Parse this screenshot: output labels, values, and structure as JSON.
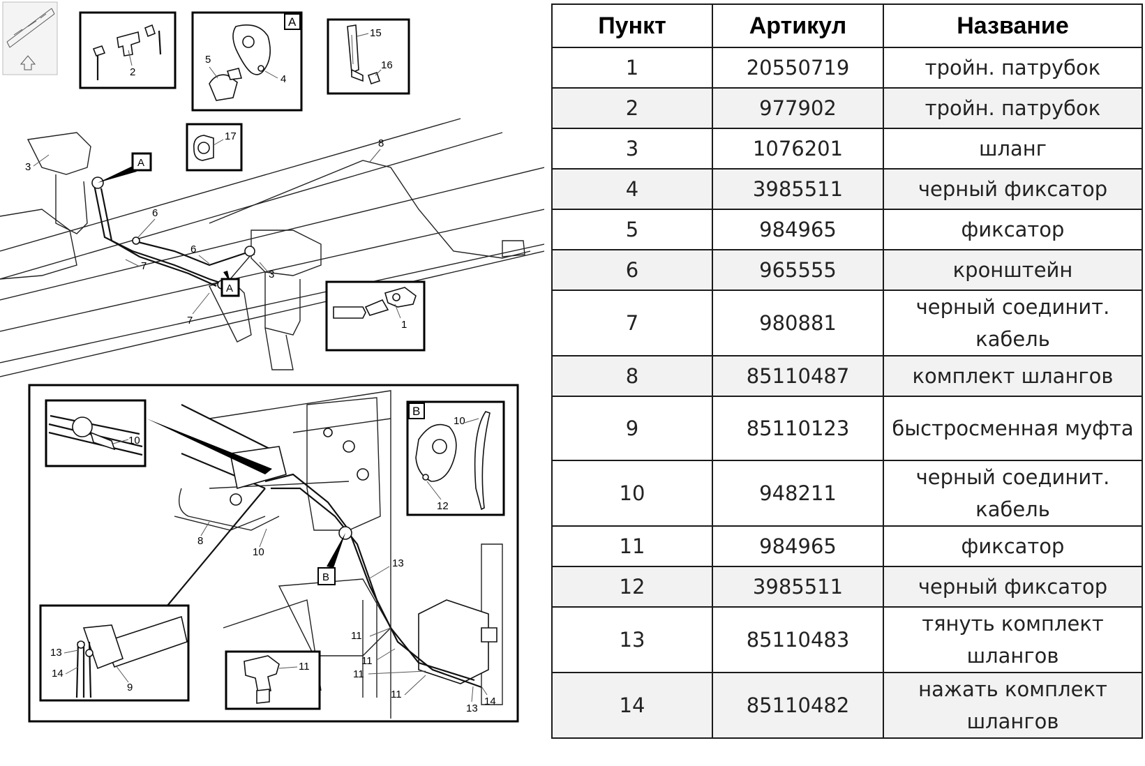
{
  "diagram": {
    "top_box_a_letter": "A",
    "inset_b_letter": "B",
    "pointer_a_1": "A",
    "pointer_a_2": "A",
    "pointer_b": "B",
    "callouts": {
      "n1": "1",
      "n2": "2",
      "n3a": "3",
      "n3b": "3",
      "n4": "4",
      "n5": "5",
      "n6a": "6",
      "n6b": "6",
      "n7a": "7",
      "n7b": "7",
      "n8a": "8",
      "n8b": "8",
      "n9": "9",
      "n10a": "10",
      "n10b": "10",
      "n10c": "10",
      "n11a": "11",
      "n11b": "11",
      "n11c": "11",
      "n11d": "11",
      "n12": "12",
      "n13a": "13",
      "n13b": "13",
      "n13c": "13",
      "n14a": "14",
      "n14b": "14",
      "n15": "15",
      "n16": "16",
      "n17": "17"
    }
  },
  "table": {
    "headers": [
      "Пункт",
      "Артикул",
      "Название"
    ],
    "rows": [
      {
        "item": "1",
        "article": "20550719",
        "name": "тройн. патрубок"
      },
      {
        "item": "2",
        "article": "977902",
        "name": "тройн. патрубок"
      },
      {
        "item": "3",
        "article": "1076201",
        "name": "шланг"
      },
      {
        "item": "4",
        "article": "3985511",
        "name": "черный фиксатор"
      },
      {
        "item": "5",
        "article": "984965",
        "name": "фиксатор"
      },
      {
        "item": "6",
        "article": "965555",
        "name": "кронштейн"
      },
      {
        "item": "7",
        "article": "980881",
        "name": "черный соединит. кабель"
      },
      {
        "item": "8",
        "article": "85110487",
        "name": "комплект шлангов"
      },
      {
        "item": "9",
        "article": "85110123",
        "name": "быстросменная муфта"
      },
      {
        "item": "10",
        "article": "948211",
        "name": "черный соединит. кабель"
      },
      {
        "item": "11",
        "article": "984965",
        "name": "фиксатор"
      },
      {
        "item": "12",
        "article": "3985511",
        "name": "черный фиксатор"
      },
      {
        "item": "13",
        "article": "85110483",
        "name": "тянуть комплект шлангов"
      },
      {
        "item": "14",
        "article": "85110482",
        "name": "нажать комплект шлангов"
      }
    ]
  }
}
